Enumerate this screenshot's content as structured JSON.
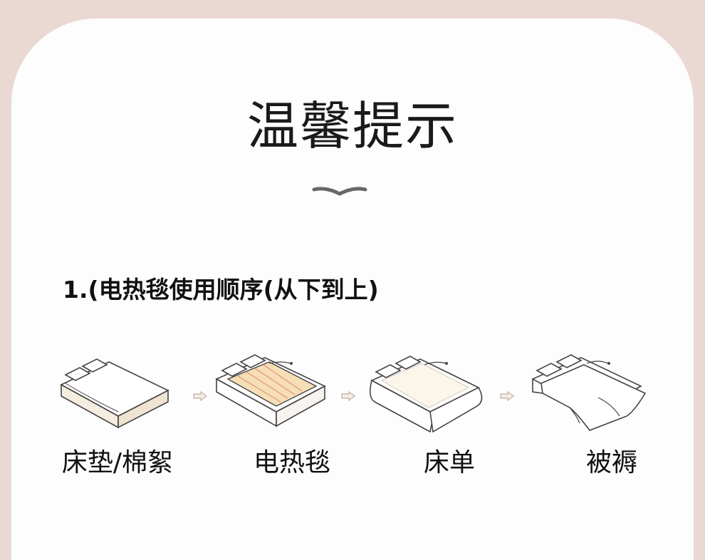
{
  "title": "温馨提示",
  "subtitle": "1.(电热毯使用顺序(从下到上)",
  "steps": [
    {
      "label": "床垫/棉絮",
      "icon": "bed-mattress-icon"
    },
    {
      "label": "电热毯",
      "icon": "bed-electric-blanket-icon"
    },
    {
      "label": "床单",
      "icon": "bed-sheet-icon"
    },
    {
      "label": "被褥",
      "icon": "bed-quilt-icon"
    }
  ],
  "colors": {
    "background": "#ead9d3",
    "card": "#fefdfd",
    "blanket": "#f6dfb6",
    "blanket_stripe": "#e3a07f",
    "line": "#444444",
    "arrow": "#c8b9a9"
  }
}
